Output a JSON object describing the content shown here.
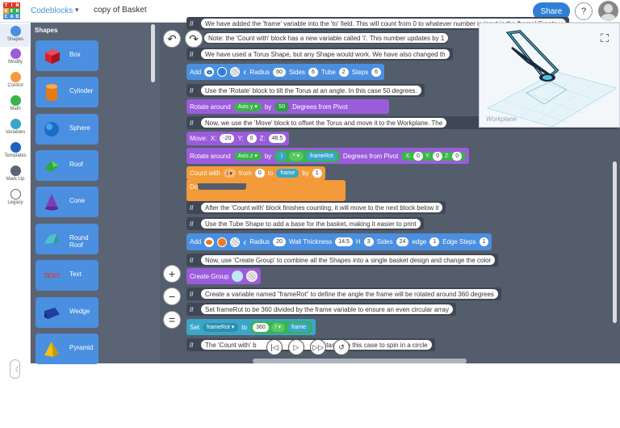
{
  "topbar": {
    "logo_letters": [
      "T",
      "I",
      "N",
      "K",
      "E",
      "R",
      "C",
      "A",
      "D"
    ],
    "app_name": "Codeblocks",
    "project_title": "copy of Basket",
    "share_label": "Share",
    "help_label": "?"
  },
  "categories": [
    {
      "label": "Shapes",
      "color": "#4a8fe0"
    },
    {
      "label": "Modify",
      "color": "#9b5cdc"
    },
    {
      "label": "Control",
      "color": "#f39b3a"
    },
    {
      "label": "Math",
      "color": "#3ab34a"
    },
    {
      "label": "Variables",
      "color": "#3aa6c8"
    },
    {
      "label": "Templates",
      "color": "#1f5fbf"
    },
    {
      "label": "Mark Up",
      "color": "#5a6474"
    },
    {
      "label": "Legacy",
      "color": "#ffffff"
    }
  ],
  "palette": {
    "title": "Shapes",
    "items": [
      {
        "label": "Box"
      },
      {
        "label": "Cylinder"
      },
      {
        "label": "Sphere"
      },
      {
        "label": "Roof"
      },
      {
        "label": "Cone"
      },
      {
        "label": "Round Roof"
      },
      {
        "label": "Text",
        "icon_text": "TEXT"
      },
      {
        "label": "Wedge"
      },
      {
        "label": "Pyramid"
      }
    ]
  },
  "script": {
    "c0": "We have added the 'frame' variable into the 'to' field. This will count from 0 to whatever number is input in the 'frame' Create v",
    "c1": "Note: the 'Count with' block has a new variable called 'i'. This number updates by 1",
    "c2": "We have used a Torus Shape, but any Shape would work. We have also changed th",
    "add_torus": {
      "add": "Add",
      "radius_label": "Radius",
      "radius": "60",
      "sides_label": "Sides",
      "sides": "6",
      "tube_label": "Tube",
      "tube": "2",
      "steps_label": "Steps",
      "steps": "6"
    },
    "c3": "Use the 'Rotate' block to tilt the Torus at an angle. In this case 50 degrees.",
    "rotate1": {
      "label": "Rotate around",
      "axis": "Axis y ▾",
      "by": "by",
      "value": "50",
      "suffix": "Degrees from Pivot"
    },
    "c4": "Now, we use the 'Move' block to offset the Torus and move it to the Workplane. The",
    "c4_tail": "he",
    "move": {
      "label": "Move:",
      "x_label": "X:",
      "x": "-20",
      "y_label": "Y:",
      "y": "0",
      "z_label": "Z:",
      "z": "46.5"
    },
    "rotate2": {
      "label": "Rotate around",
      "axis": "Axis z ▾",
      "by": "by",
      "var_i": "i",
      "op": "* ▾",
      "var_frame": "frameRot",
      "suffix": "Degrees from Pivot",
      "x_label": "X:",
      "x": "0",
      "y_label": "Y:",
      "y": "0",
      "z_label": "Z:",
      "z": "0"
    },
    "count": {
      "label": "Count with",
      "var": "i ▾",
      "from": "from",
      "from_val": "0",
      "to": "to",
      "to_var": "frame",
      "by": "by",
      "by_val": "1",
      "do": "Do"
    },
    "c5": "After the 'Count with' block finishes counting, it will move to the next block below it",
    "c6": "Use the Tube Shape to add a base for the basket, making it easier to print",
    "add_tube": {
      "add": "Add",
      "radius_label": "Radius",
      "radius": "20",
      "wall_label": "Wall Thickness",
      "wall": "14.5",
      "h_label": "H",
      "h": "3",
      "sides_label": "Sides",
      "sides": "24",
      "edge_label": "edge",
      "edge": "1",
      "steps_label": "Edge Steps",
      "steps": "1"
    },
    "c7": "Now, use 'Create Group' to combine all the Shapes into a single basket design and change the color",
    "group": {
      "label": "Create Group"
    },
    "c8": "Create a variable named \"frameRot\" to define the angle the frame will be rotated around 360 degrees",
    "c9": "Set frameRot to be 360 divided by the frame variable to ensure an even circular array",
    "set": {
      "label": "Set",
      "var": "frameRot ▾",
      "to": "to",
      "value": "360",
      "op": "/ ▾",
      "rhs": "frame"
    },
    "c10_a": "The 'Count with' b",
    "c10_b": "g tasks. In this case to spin in a circle"
  },
  "viewer": {
    "workplane_label": "Workplane"
  },
  "colors": {
    "shapes_blue": "#4a8fe0",
    "modify_purple": "#9b5cdc",
    "control_orange": "#f39b3a",
    "math_green": "#3ab34a",
    "variables_teal": "#3aa6c8"
  }
}
